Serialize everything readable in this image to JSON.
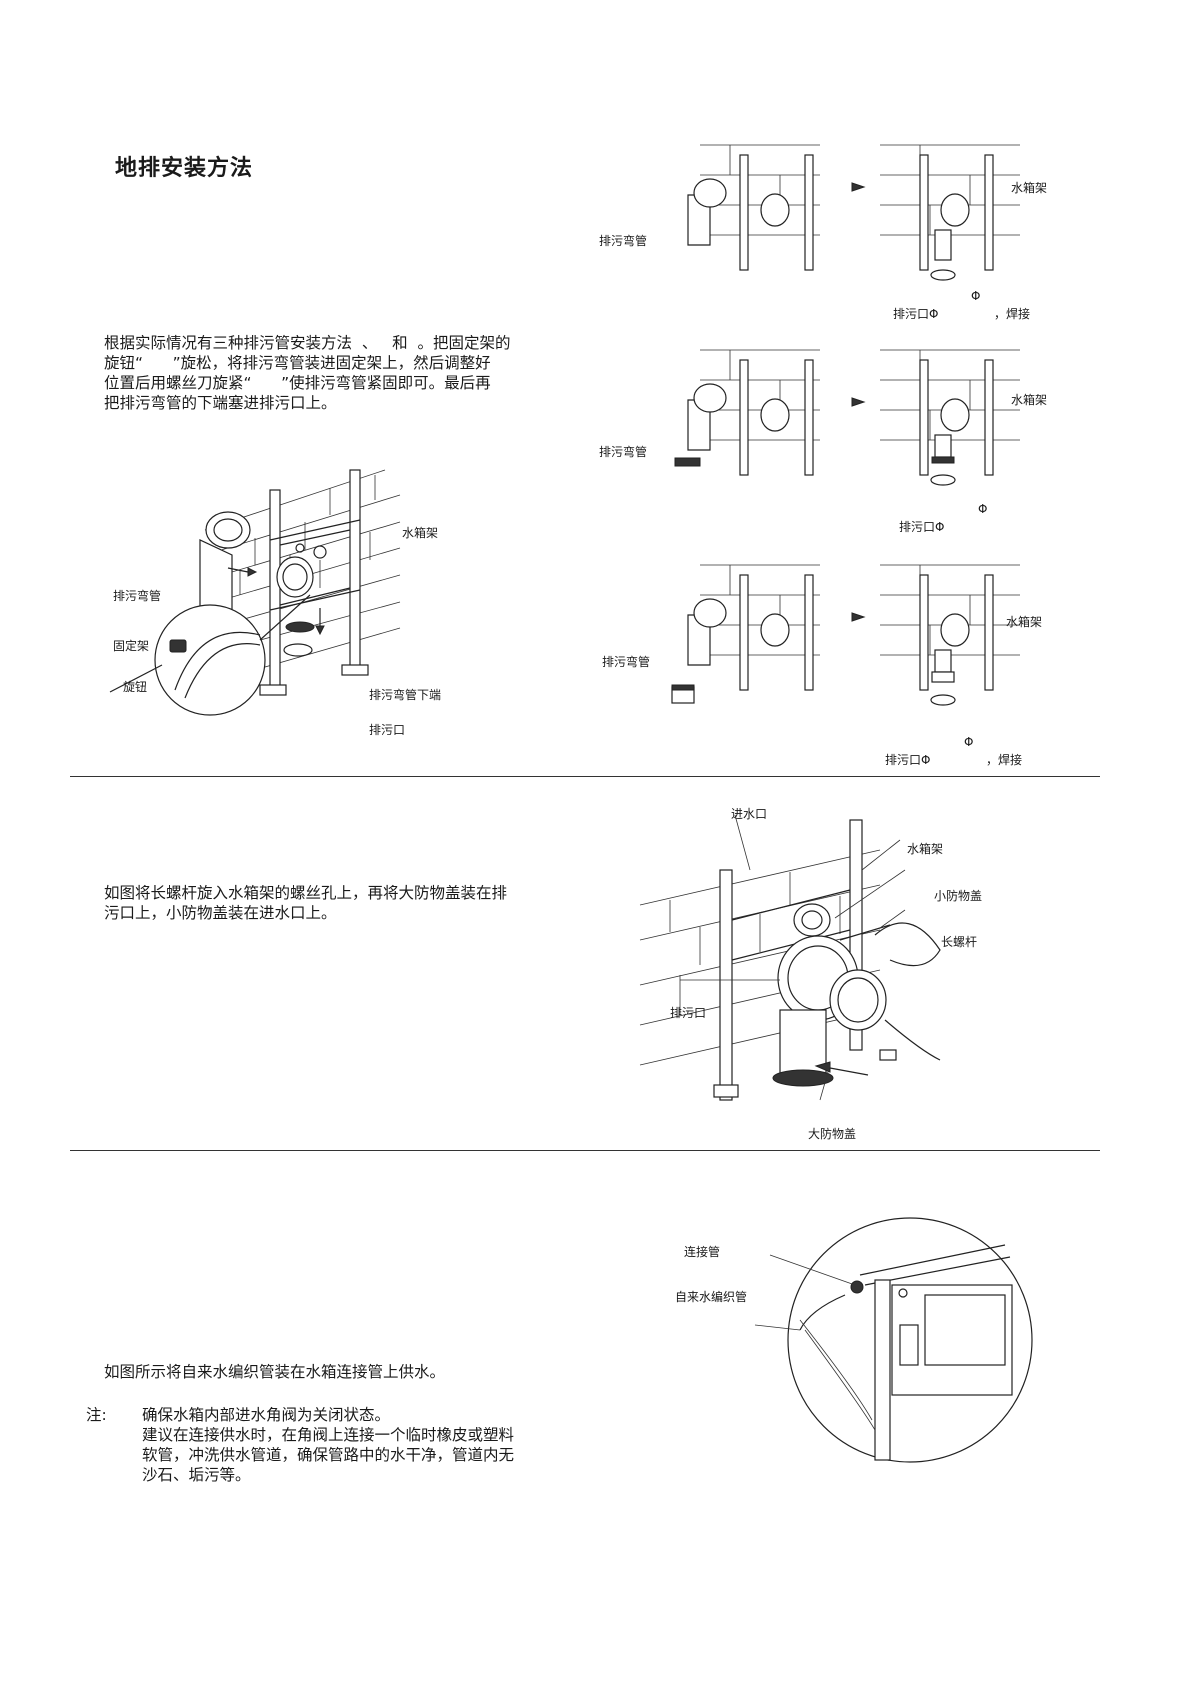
{
  "section1": {
    "title": "地排安装方法",
    "paragraph": [
      "根据实际情况有三种排污管安装方法  、   和  。把固定架的",
      "旋钮“      ”旋松，将排污弯管装进固定架上，然后调整好",
      "位置后用螺丝刀旋紧“      ”使排污弯管紧固即可。最后再",
      "把排污弯管的下端塞进排污口上。"
    ],
    "main_figure_labels": {
      "tank_frame": "水箱架",
      "elbow": "排污弯管",
      "bracket": "固定架",
      "knob": "旋钮",
      "elbow_lower_end": "排污弯管下端",
      "outlet": "排污口"
    },
    "method_a": {
      "elbow": "排污弯管",
      "tank_frame": "水箱架",
      "phi": "Φ",
      "outlet": "排污口Φ",
      "weld": "，焊接"
    },
    "method_b": {
      "elbow": "排污弯管",
      "tank_frame": "水箱架",
      "phi": "Φ",
      "outlet": "排污口Φ"
    },
    "method_c": {
      "elbow": "排污弯管",
      "tank_frame": "水箱架",
      "phi": "Φ",
      "outlet": "排污口Φ",
      "weld": "，焊接"
    }
  },
  "section2": {
    "paragraph": [
      "如图将长螺杆旋入水箱架的螺丝孔上，再将大防物盖装在排",
      "污口上，小防物盖装在进水口上。"
    ],
    "labels": {
      "inlet": "进水口",
      "tank_frame": "水箱架",
      "small_cap": "小防物盖",
      "long_screw": "长螺杆",
      "outlet": "排污口",
      "big_cap": "大防物盖"
    }
  },
  "section3": {
    "paragraph": "如图所示将自来水编织管装在水箱连接管上供水。",
    "note_label": "注:",
    "note_lines": [
      "确保水箱内部进水角阀为关闭状态。",
      "建议在连接供水时，在角阀上连接一个临时橡皮或塑料",
      "软管，冲洗供水管道，确保管路中的水干净，管道内无",
      "沙石、垢污等。"
    ],
    "labels": {
      "connector": "连接管",
      "braided_hose": "自来水编织管"
    }
  }
}
